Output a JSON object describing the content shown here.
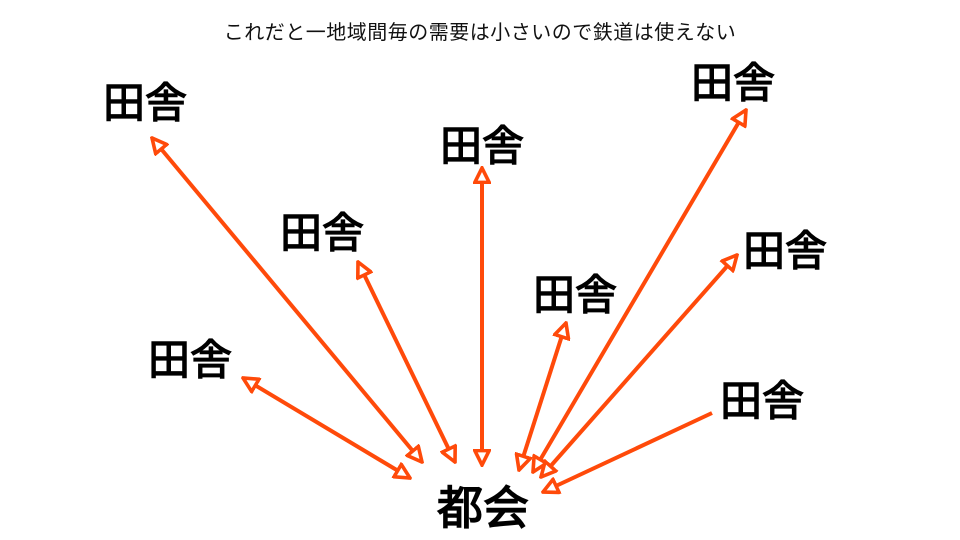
{
  "title": "これだと一地域間毎の需要は小さいので鉄道は使えない",
  "city_label": "都会",
  "rural_labels": [
    "田舎",
    "田舎",
    "田舎",
    "田舎",
    "田舎",
    "田舎",
    "田舎",
    "田舎"
  ],
  "colors": {
    "arrow": "#ff4a0a",
    "text": "#000000"
  }
}
